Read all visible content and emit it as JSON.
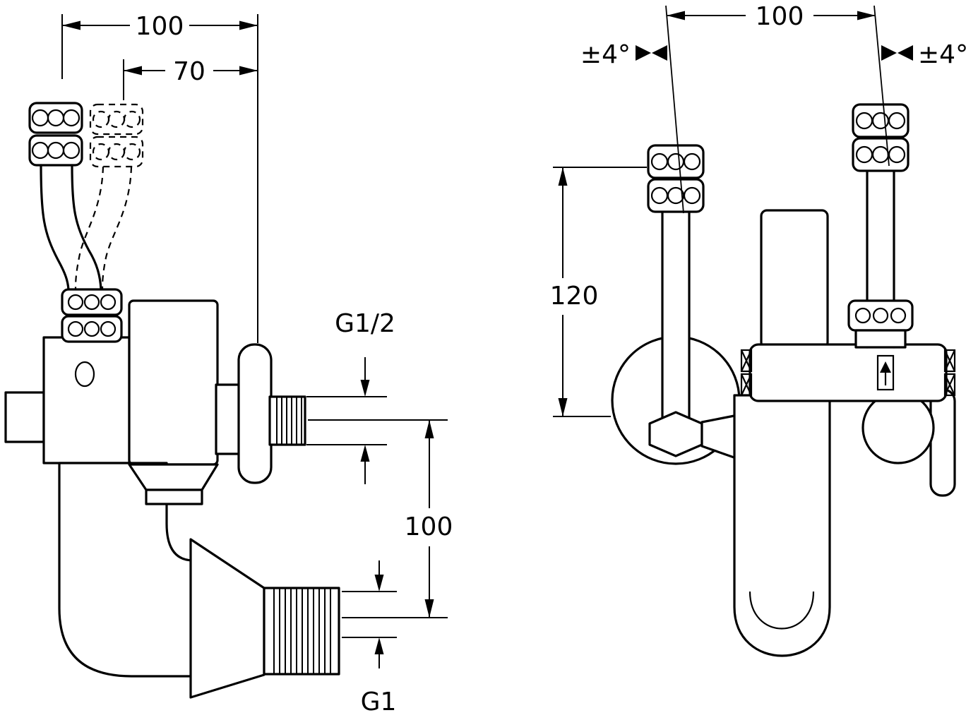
{
  "page": {
    "background_color": "#ffffff",
    "line_color": "#000000",
    "description": "Technical installation drawing of a wall-mounted mixing valve with flexible supply hoses, shown in side view and front view"
  },
  "views": {
    "side_view": {
      "name": "side-view",
      "dimensions": {
        "overall_width": "100",
        "hose_offset": "70",
        "top_outlet_thread": "G1/2",
        "outlet_spacing": "100",
        "bottom_outlet_thread": "G1"
      }
    },
    "front_view": {
      "name": "front-view",
      "dimensions": {
        "pipe_spacing": "100",
        "swivel_tolerance_left": "±4°",
        "swivel_tolerance_right": "±4°",
        "pipe_length": "120"
      }
    }
  }
}
